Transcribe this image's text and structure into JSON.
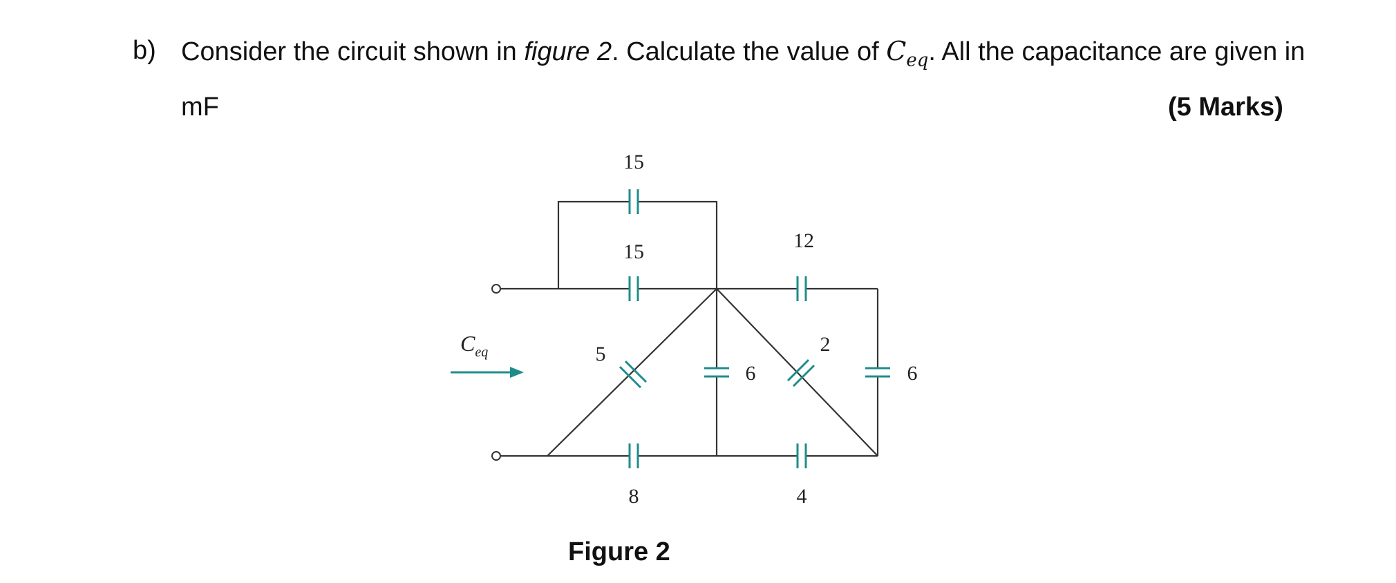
{
  "question": {
    "label": "b)",
    "text_before": "Consider the circuit shown in ",
    "figure_ref": "figure 2",
    "text_middle": ". Calculate the value of ",
    "ceq_main": "C",
    "ceq_sub": "eq",
    "text_after": ". All the capacitance are given in",
    "unit_line": "mF",
    "marks": "(5 Marks)"
  },
  "figure": {
    "caption": "Figure 2",
    "ceq_label_main": "C",
    "ceq_label_sub": "eq",
    "capacitors": {
      "top_outer": "15",
      "top_inner": "15",
      "top_right": "12",
      "diag_left": "5",
      "mid_vertical": "6",
      "diag_right": "2",
      "right_vertical": "6",
      "bottom_left": "8",
      "bottom_right": "4"
    },
    "colors": {
      "capacitor": "#1f8c8c",
      "wire": "#333333"
    }
  }
}
